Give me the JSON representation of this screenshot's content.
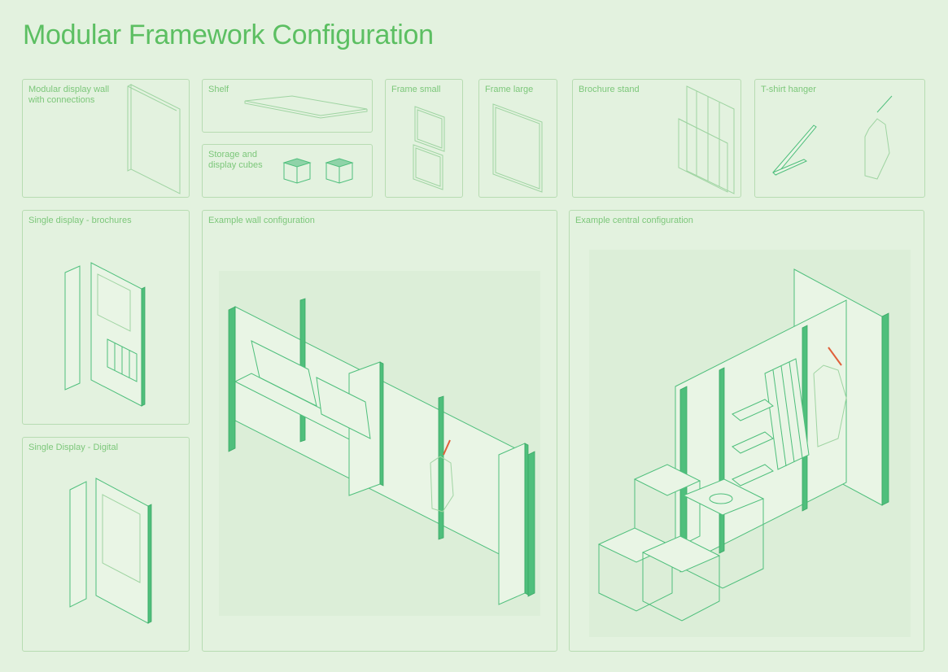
{
  "title": "Modular Framework Configuration",
  "panels": {
    "display_wall": "Modular display wall\nwith connections",
    "shelf": "Shelf",
    "cubes": "Storage and\ndisplay cubes",
    "frame_small": "Frame small",
    "frame_large": "Frame large",
    "brochure_stand": "Brochure stand",
    "tshirt_hanger": "T-shirt hanger",
    "single_brochures": "Single display - brochures",
    "wall_config": "Example wall configuration",
    "central_config": "Example central configuration",
    "single_digital": "Single Display - Digital"
  },
  "colors": {
    "background": "#e3f2df",
    "accent": "#4fbf7c",
    "text": "#7cc77a",
    "hanger": "#e0603a"
  }
}
